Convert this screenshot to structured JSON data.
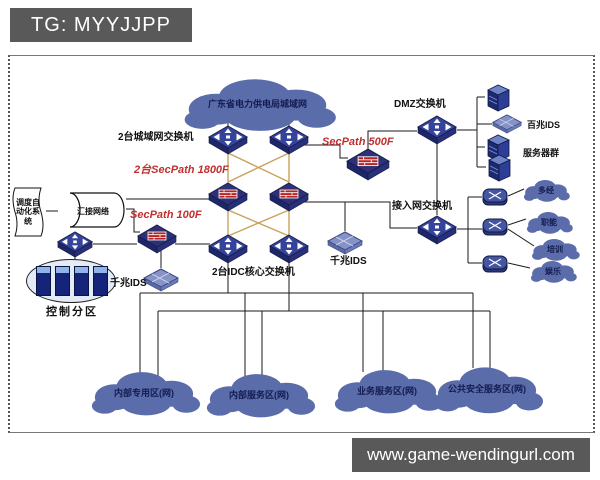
{
  "watermarks": {
    "top": "TG: MYYJJPP",
    "bottom": "www.game-wendingurl.com"
  },
  "colors": {
    "cloud": "#5b6caa",
    "accent_red": "#c03030",
    "device_blue": "#35439a",
    "mesh_line_tan": "#c9a25a",
    "watermark_bg": "#595959"
  },
  "diagram": {
    "main_cloud": "广东省电力供电局城域网",
    "labels": {
      "metro_switches": "2台城域网交换机",
      "secpath_1800f": "2台SecPath 1800F",
      "secpath_500f": "SecPath 500F",
      "secpath_100f": "SecPath 100F",
      "dmz_switch": "DMZ交换机",
      "access_switch": "接入网交换机",
      "idc_core_switches": "2台IDC核心交换机",
      "gigabit_ids_center": "千兆IDS",
      "gigabit_ids_left": "千兆IDS",
      "fast_ids": "百兆IDS",
      "server_cluster": "服务器群",
      "control_zone": "控制分区",
      "dispatch_system": "调度自动化系统",
      "aggregation_cylinder": "汇接网络"
    },
    "access_clouds": [
      "多经",
      "职能",
      "培训",
      "娱乐"
    ],
    "bottom_clouds": [
      "内部专用区(网)",
      "内部服务区(网)",
      "业务服务区(网)",
      "公共安全服务区(网)"
    ]
  }
}
